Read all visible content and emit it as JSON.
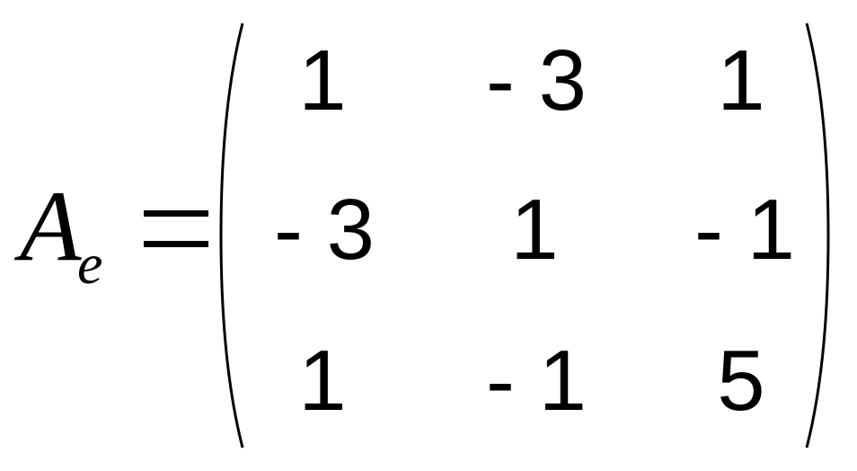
{
  "equation": {
    "lhs_symbol": "A",
    "lhs_subscript": "e",
    "operator": "=",
    "matrix": {
      "rows": [
        [
          "1",
          "- 3",
          "1"
        ],
        [
          "- 3",
          "1",
          "- 1"
        ],
        [
          "1",
          "- 1",
          "5"
        ]
      ]
    }
  }
}
